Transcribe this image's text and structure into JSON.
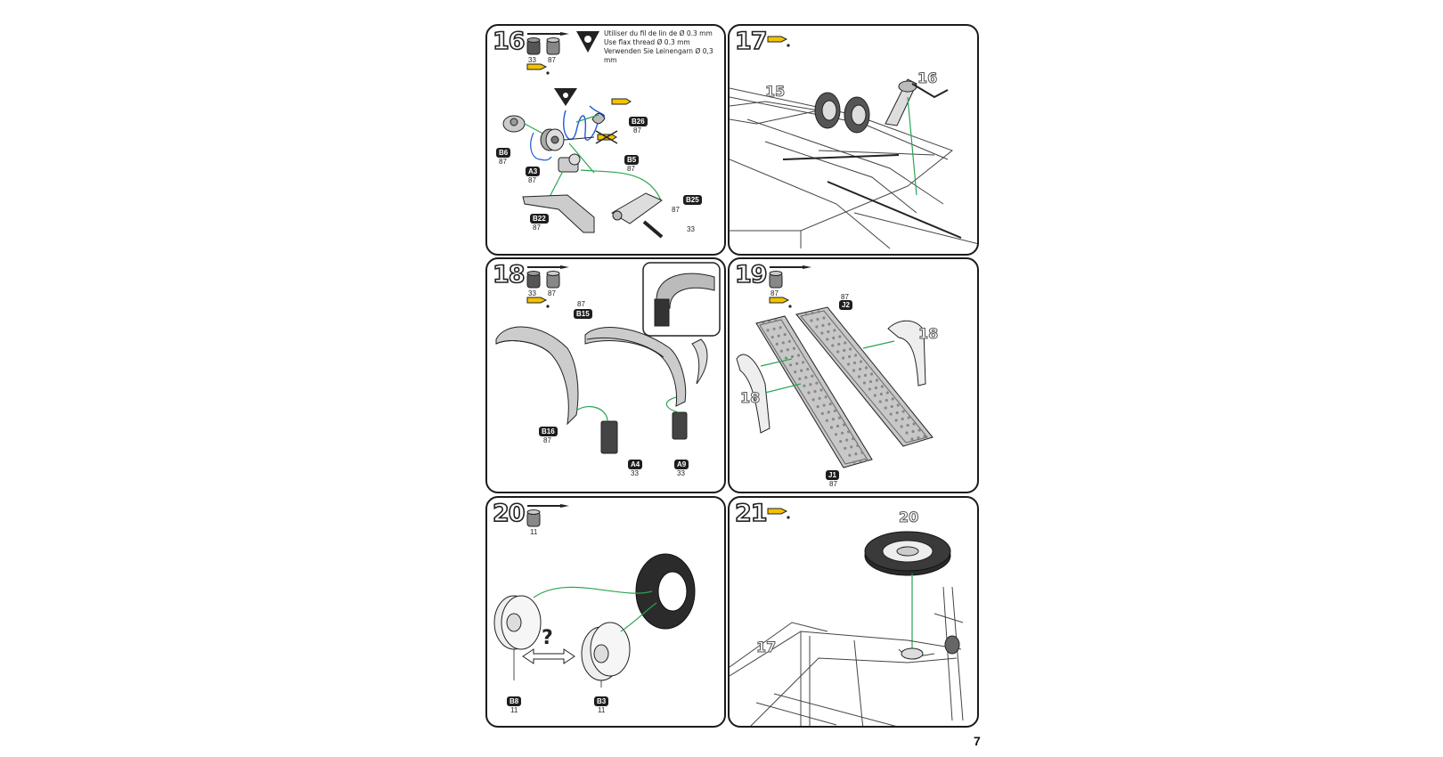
{
  "page_number": "7",
  "steps": [
    {
      "number": "16",
      "paint_codes": [
        "33",
        "87"
      ],
      "instructions": [
        "Utiliser du fil de lin de Ø 0.3 mm",
        "Use flax thread Ø 0.3 mm",
        "Verwenden Sie Leinengarn Ø 0,3 mm"
      ],
      "parts": [
        {
          "id": "B26",
          "paint": "87"
        },
        {
          "id": "B6",
          "paint": "87"
        },
        {
          "id": "A3",
          "paint": "87"
        },
        {
          "id": "B5",
          "paint": "87"
        },
        {
          "id": "B25",
          "paint": "87"
        },
        {
          "id": "B22",
          "paint": "87"
        }
      ],
      "extra_labels": [
        "33"
      ]
    },
    {
      "number": "17",
      "callouts": [
        "15",
        "16"
      ]
    },
    {
      "number": "18",
      "paint_codes": [
        "33",
        "87"
      ],
      "parts": [
        {
          "id": "B15",
          "paint": "87"
        },
        {
          "id": "B16",
          "paint": "87"
        },
        {
          "id": "A4",
          "paint": "33"
        },
        {
          "id": "A9",
          "paint": "33"
        }
      ]
    },
    {
      "number": "19",
      "paint_codes": [
        "87"
      ],
      "parts": [
        {
          "id": "J2",
          "paint": "87"
        },
        {
          "id": "J1",
          "paint": "87"
        }
      ],
      "callouts": [
        "18",
        "18"
      ]
    },
    {
      "number": "20",
      "paint_codes": [
        "11"
      ],
      "parts": [
        {
          "id": "B8",
          "paint": "11"
        },
        {
          "id": "B3",
          "paint": "11"
        }
      ],
      "question_mark": "?"
    },
    {
      "number": "21",
      "callouts": [
        "20",
        "17"
      ]
    }
  ]
}
